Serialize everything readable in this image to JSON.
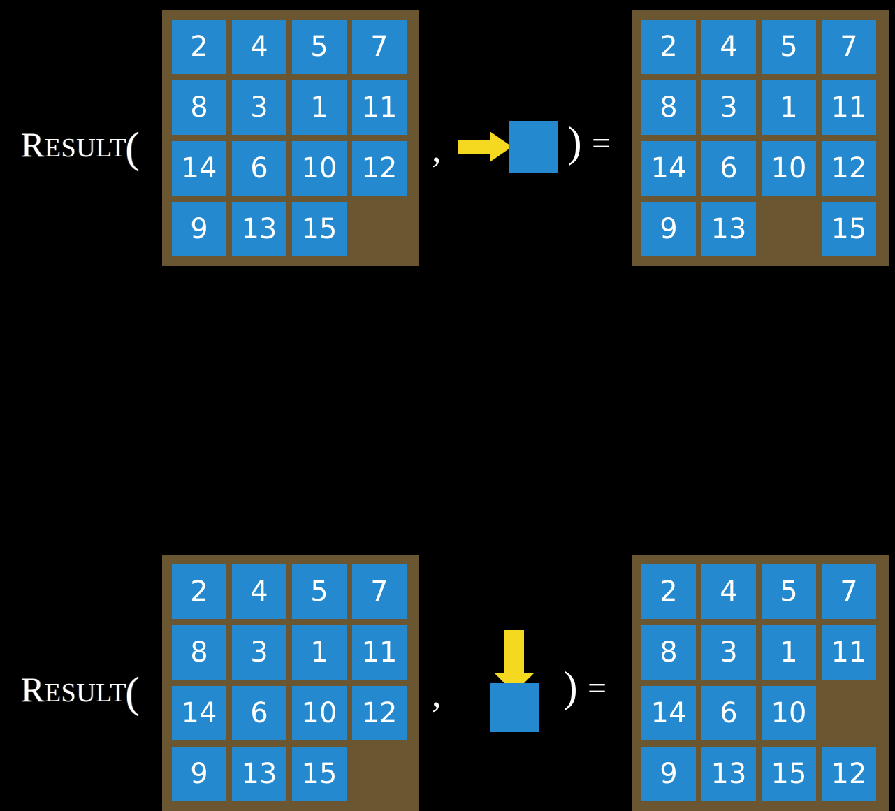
{
  "diagram": {
    "title": "RESULT function applied to 15-puzzle states",
    "background_color": "#000000",
    "tile_color": "#2489ce",
    "board_color": "#6b5632",
    "arrow_color": "#f5d820",
    "text_color": "#ffffff"
  },
  "rows": [
    {
      "id": "row-1",
      "label": {
        "first_letter": "R",
        "rest": "ESULT",
        "open_paren": "("
      },
      "comma": ",",
      "close_paren": ")",
      "equals": "=",
      "action": {
        "name": "move-right",
        "arrow_direction": "right",
        "blank_square_label": ""
      },
      "input_board": {
        "name": "input-board-1",
        "rows": [
          [
            "2",
            "4",
            "5",
            "7"
          ],
          [
            "8",
            "3",
            "1",
            "11"
          ],
          [
            "14",
            "6",
            "10",
            "12"
          ],
          [
            "9",
            "13",
            "15",
            ""
          ]
        ]
      },
      "output_board": {
        "name": "output-board-1",
        "rows": [
          [
            "2",
            "4",
            "5",
            "7"
          ],
          [
            "8",
            "3",
            "1",
            "11"
          ],
          [
            "14",
            "6",
            "10",
            "12"
          ],
          [
            "9",
            "13",
            "",
            "15"
          ]
        ]
      }
    },
    {
      "id": "row-2",
      "label": {
        "first_letter": "R",
        "rest": "ESULT",
        "open_paren": "("
      },
      "comma": ",",
      "close_paren": ")",
      "equals": "=",
      "action": {
        "name": "move-down",
        "arrow_direction": "down",
        "blank_square_label": ""
      },
      "input_board": {
        "name": "input-board-2",
        "rows": [
          [
            "2",
            "4",
            "5",
            "7"
          ],
          [
            "8",
            "3",
            "1",
            "11"
          ],
          [
            "14",
            "6",
            "10",
            "12"
          ],
          [
            "9",
            "13",
            "15",
            ""
          ]
        ]
      },
      "output_board": {
        "name": "output-board-2",
        "rows": [
          [
            "2",
            "4",
            "5",
            "7"
          ],
          [
            "8",
            "3",
            "1",
            "11"
          ],
          [
            "14",
            "6",
            "10",
            ""
          ],
          [
            "9",
            "13",
            "15",
            "12"
          ]
        ]
      }
    }
  ]
}
